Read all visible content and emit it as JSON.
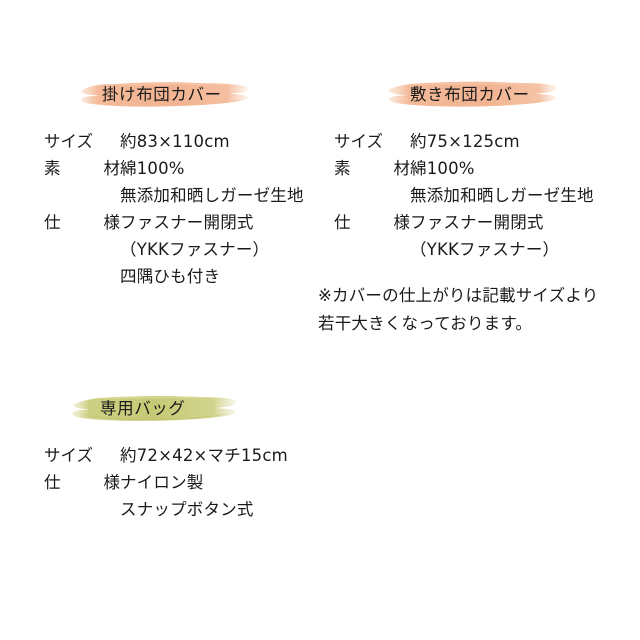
{
  "page": {
    "background_color": "#ffffff",
    "text_color": "#1a1a1a"
  },
  "colors": {
    "highlight_peach": "#F3B794",
    "highlight_peach_light": "#F8D4BC",
    "highlight_green": "#C9CC7A",
    "highlight_green_light": "#DCDE9E"
  },
  "labels": {
    "size": "サイズ",
    "material": "素材",
    "spec": "仕様"
  },
  "sections": [
    {
      "id": "kake",
      "heading": "掛け布団カバー",
      "heading_marker_color": "#F3B794",
      "rows": [
        {
          "label": "サイズ",
          "values": [
            "約83×110cm"
          ]
        },
        {
          "label": "素材",
          "values": [
            "綿100%",
            "無添加和晒しガーゼ生地"
          ]
        },
        {
          "label": "仕様",
          "values": [
            "ファスナー開閉式",
            "（YKKファスナー）",
            "四隅ひも付き"
          ]
        }
      ]
    },
    {
      "id": "shiki",
      "heading": "敷き布団カバー",
      "heading_marker_color": "#F3B794",
      "rows": [
        {
          "label": "サイズ",
          "values": [
            "約75×125cm"
          ]
        },
        {
          "label": "素材",
          "values": [
            "綿100%",
            "無添加和晒しガーゼ生地"
          ]
        },
        {
          "label": "仕様",
          "values": [
            "ファスナー開閉式",
            "（YKKファスナー）"
          ]
        }
      ]
    },
    {
      "id": "bag",
      "heading": "専用バッグ",
      "heading_marker_color": "#C9CC7A",
      "rows": [
        {
          "label": "サイズ",
          "values": [
            "約72×42×マチ15cm"
          ]
        },
        {
          "label": "仕様",
          "values": [
            "ナイロン製",
            "スナップボタン式"
          ]
        }
      ]
    }
  ],
  "note": {
    "lines": [
      "※カバーの仕上がりは記載サイズより",
      "若干大きくなっております。"
    ]
  }
}
